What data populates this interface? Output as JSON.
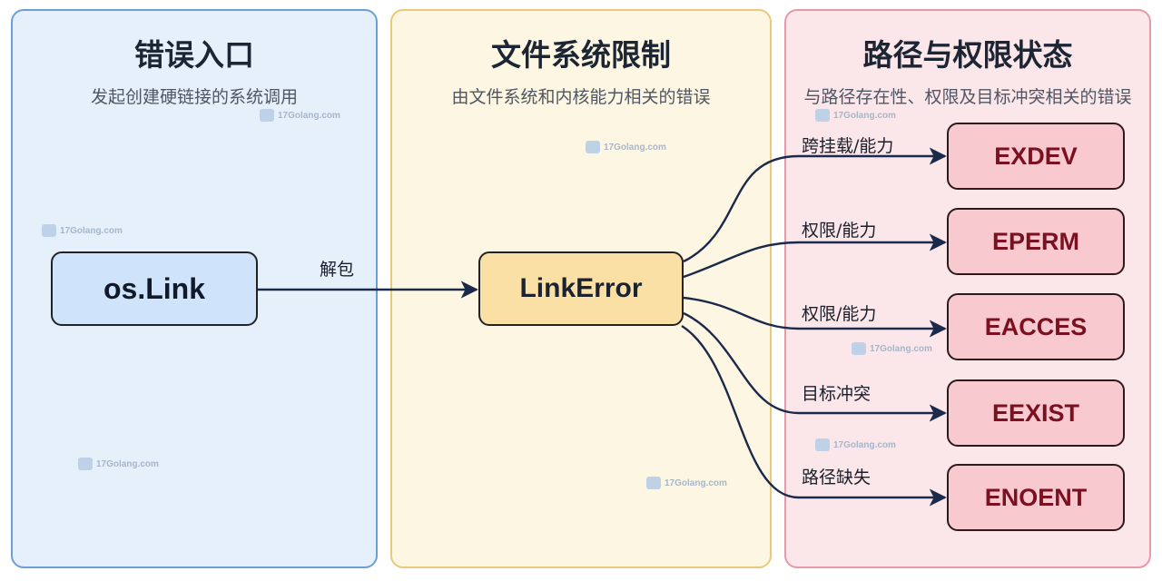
{
  "panels": {
    "left": {
      "title": "错误入口",
      "subtitle": "发起创建硬链接的系统调用"
    },
    "middle": {
      "title": "文件系统限制",
      "subtitle": "由文件系统和内核能力相关的错误"
    },
    "right": {
      "title": "路径与权限状态",
      "subtitle": "与路径存在性、权限及目标冲突相关的错误"
    }
  },
  "nodes": {
    "entry": "os.Link",
    "wrapper": "LinkError",
    "errors": [
      "EXDEV",
      "EPERM",
      "EACCES",
      "EEXIST",
      "ENOENT"
    ]
  },
  "edge_labels": {
    "unpack": "解包",
    "exdev": "跨挂载/能力",
    "eperm": "权限/能力",
    "eacces": "权限/能力",
    "eexist": "目标冲突",
    "enoent": "路径缺失"
  },
  "watermark": "17Golang.com",
  "colors": {
    "left_panel": "#e6f0fb",
    "middle_panel": "#fdf6e3",
    "right_panel": "#fbe6ea",
    "entry_node": "#cfe3fb",
    "wrapper_node": "#fbe0a5",
    "error_node": "#f8c9cf",
    "edge": "#1b2a4a"
  }
}
